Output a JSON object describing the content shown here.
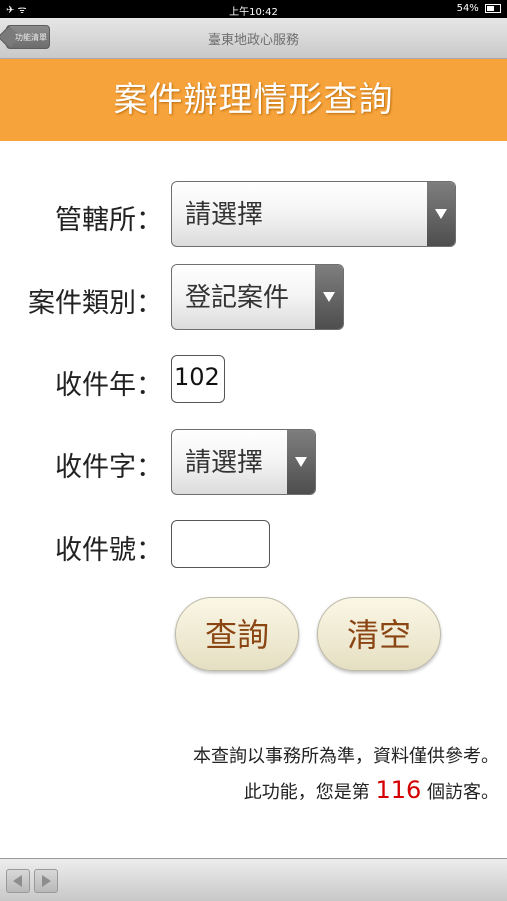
{
  "status_bar": {
    "left": "✈ ᯤ",
    "time": "上午10:42",
    "battery": "54%"
  },
  "nav": {
    "back_label": "功能清單",
    "title": "臺東地政心服務"
  },
  "banner": {
    "title": "案件辦理情形查詢"
  },
  "form": {
    "office": {
      "label": "管轄所：",
      "value": "請選擇"
    },
    "category": {
      "label": "案件類別：",
      "value": "登記案件"
    },
    "year": {
      "label": "收件年：",
      "value": "102"
    },
    "word": {
      "label": "收件字：",
      "value": "請選擇"
    },
    "number": {
      "label": "收件號：",
      "value": ""
    }
  },
  "buttons": {
    "query": "查詢",
    "clear": "清空"
  },
  "notes": {
    "disclaimer": "本查詢以事務所為準，資料僅供參考。",
    "visitor_prefix": "此功能，您是第",
    "visitor_count": "116",
    "visitor_suffix": "個訪客。"
  },
  "colors": {
    "banner": "#f7a33b",
    "count": "#d40000",
    "button_text": "#8b4513"
  }
}
